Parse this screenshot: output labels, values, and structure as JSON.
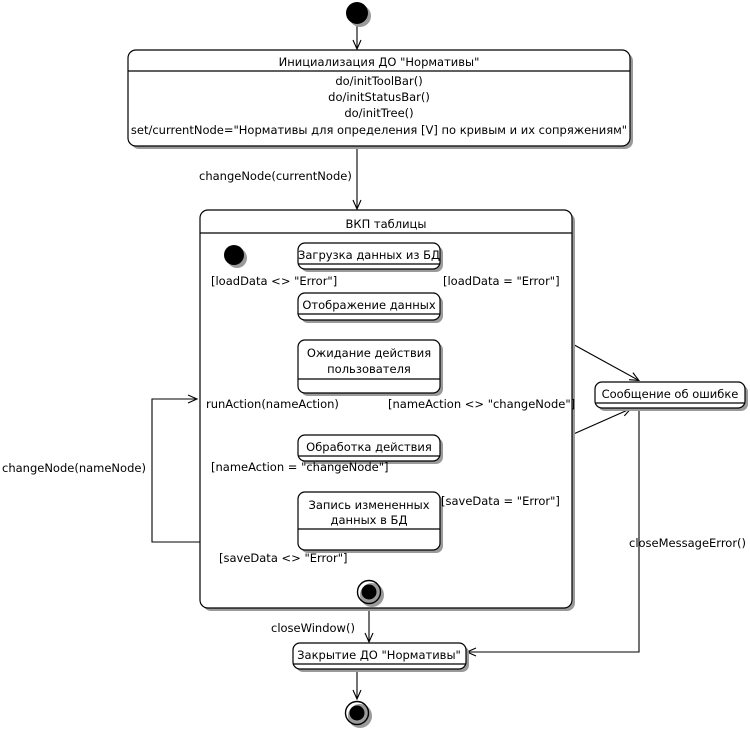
{
  "diagram": {
    "title": "UML statechart diagram",
    "background": "#ffffff",
    "line_color": "#000000",
    "shadow_color": "#9a9a9a"
  },
  "nodes": {
    "start_outer": {
      "name": "initial-state",
      "label": ""
    },
    "init_state": {
      "title": "Инициализация ДО \"Нормативы\"",
      "actions": [
        "do/initToolBar()",
        "do/initStatusBar()",
        "do/initTree()",
        "set/currentNode=\"Нормативы для определения [V] по кривым и их сопряжениям\""
      ]
    },
    "composite": {
      "title": "ВКП таблицы"
    },
    "load_data": {
      "title": "Загрузка данных из БД"
    },
    "show_data": {
      "title": "Отображение данных"
    },
    "wait_action": {
      "title_line1": "Ожидание действия",
      "title_line2": "пользователя"
    },
    "process_action": {
      "title": "Обработка действия"
    },
    "save_data": {
      "title_line1": "Запись измененных",
      "title_line2": "данных в БД"
    },
    "error_message": {
      "title": "Сообщение об ошибке"
    },
    "close_state": {
      "title": "Закрытие ДО \"Нормативы\""
    },
    "inner_final": {
      "name": "inner-final-state",
      "label": ""
    },
    "outer_final": {
      "name": "final-state",
      "label": ""
    }
  },
  "transitions": {
    "change_node_current": "changeNode(currentNode)",
    "load_ok": "[loadData <> \"Error\"]",
    "load_error": "[loadData = \"Error\"]",
    "run_action": "runAction(nameAction)",
    "name_action_ne": "[nameAction <> \"changeNode\"]",
    "name_action_eq": "[nameAction = \"changeNode\"]",
    "save_error": "[saveData = \"Error\"]",
    "save_ok": "[saveData <> \"Error\"]",
    "change_node_name": "changeNode(nameNode)",
    "close_message_error": "closeMessageError()",
    "close_window": "closeWindow()"
  }
}
